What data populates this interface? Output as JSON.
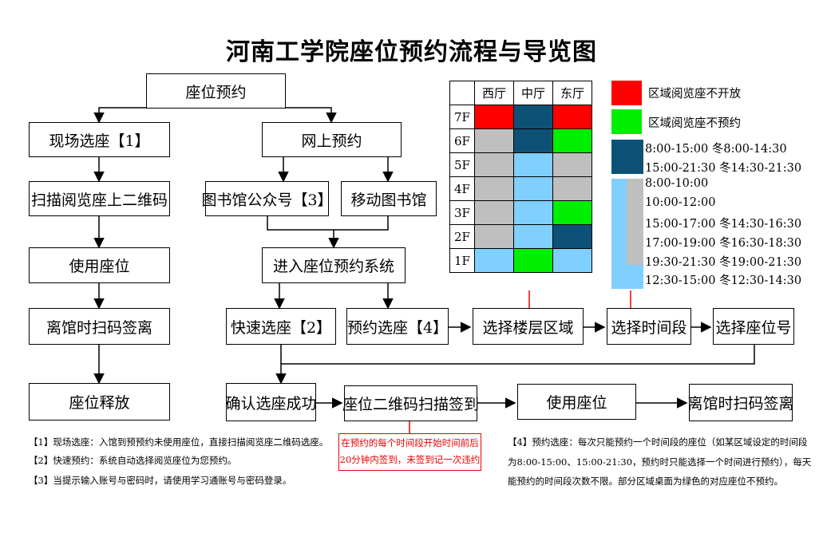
{
  "title": "河南工学院座位预约流程与导览图",
  "flow": {
    "seat_reserve": "座位预约",
    "onsite": "现场选座【1】",
    "online": "网上预约",
    "scan_qr": "扫描阅览座上二维码",
    "wechat": "图书馆公众号【3】",
    "mobile": "移动图书馆",
    "use_seat_1": "使用座位",
    "enter_system": "进入座位预约系统",
    "leave_scan_1": "离馆时扫码签离",
    "quick": "快速选座【2】",
    "reserve": "预约选座【4】",
    "choose_floor": "选择楼层区域",
    "choose_time": "选择时间段",
    "choose_seat": "选择座位号",
    "release": "座位释放",
    "confirm": "确认选座成功",
    "checkin": "座位二维码扫描签到",
    "use_seat_2": "使用座位",
    "leave_scan_2": "离馆时扫码签离"
  },
  "grid": {
    "halls": [
      "西厅",
      "中厅",
      "东厅"
    ],
    "rows": [
      {
        "floor": "7F",
        "cells": [
          "#ff0000",
          "#0d5276",
          "#ff0000"
        ]
      },
      {
        "floor": "6F",
        "cells": [
          "#bfbfbf",
          "#0d5276",
          "#00ee00"
        ]
      },
      {
        "floor": "5F",
        "cells": [
          "#bfbfbf",
          "#7fcfff",
          "#bfbfbf"
        ]
      },
      {
        "floor": "4F",
        "cells": [
          "#bfbfbf",
          "#7fcfff",
          "#bfbfbf"
        ]
      },
      {
        "floor": "3F",
        "cells": [
          "#bfbfbf",
          "#7fcfff",
          "#00ee00"
        ]
      },
      {
        "floor": "2F",
        "cells": [
          "#bfbfbf",
          "#7fcfff",
          "#0d5276"
        ]
      },
      {
        "floor": "1F",
        "cells": [
          "#7fcfff",
          "#00ee00",
          "#7fcfff"
        ]
      }
    ]
  },
  "legend": {
    "closed": "区域阅览座不开放",
    "no_reserve": "区域阅览座不预约",
    "dark_1": "8:00-15:00  冬8:00-14:30",
    "dark_2": "15:00-21:30 冬14:30-21:30",
    "light_1": "8:00-10:00",
    "light_2": "10:00-12:00",
    "light_3": "15:00-17:00 冬14:30-16:30",
    "light_4": "17:00-19:00 冬16:30-18:30",
    "light_5": "19:30-21:30 冬19:00-21:30",
    "light_6": "12:30-15:00 冬12:30-14:30",
    "colors": {
      "red": "#ff0000",
      "green": "#00ee00",
      "dark_blue": "#0d5276",
      "light_blue": "#7fcfff",
      "gray": "#bfbfbf"
    }
  },
  "notes": {
    "n1": "【1】现场选座：入馆到预预约未使用座位，直接扫描阅览座二维码选座。",
    "n2": "【2】快速预约：系统自动选择阅览座位为您预约。",
    "n3": "【3】当提示输入账号与密码时，请使用学习通账号与密码登录。",
    "red_1": "在预约的每个时间段开始时间前后",
    "red_2": "20分钟内签到，未签到记一次违约",
    "n4_1": "【4】预约选座：每次只能预约一个时间段的座位（如某区域设定的时间段",
    "n4_2": "为8:00-15:00、15:00-21:30，预约时只能选择一个时间进行预约），每天",
    "n4_3": "能预约的时间段次数不限。部分区域桌面为绿色的对应座位不预约。"
  }
}
